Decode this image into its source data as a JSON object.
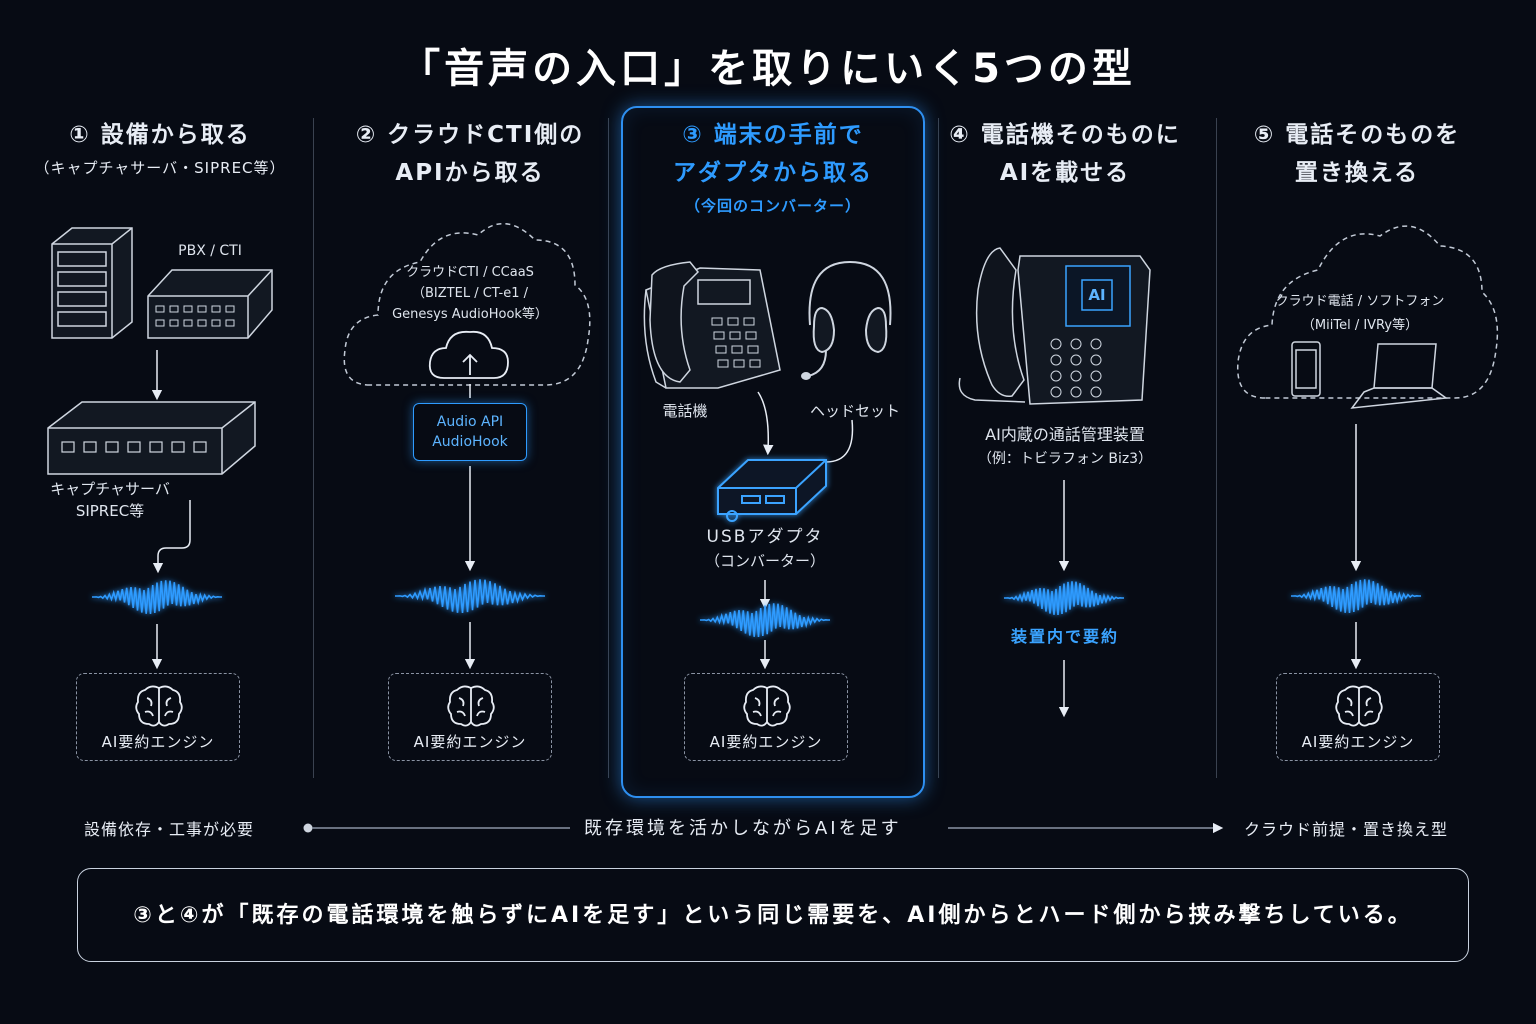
{
  "title": "「音声の入口」を取りにいく5つの型",
  "columns": [
    {
      "heading_line1": "① 設備から取る",
      "heading_line2": "",
      "sub": "（キャプチャサーバ・SIPREC等）",
      "labels": [
        "PBX / CTI",
        "キャプチャサーバ",
        "SIPREC等"
      ],
      "ai_box": "AI要約エンジン"
    },
    {
      "heading_line1": "② クラウドCTI側の",
      "heading_line2": "APIから取る",
      "cloud_lines": [
        "クラウドCTI / CCaaS",
        "（BIZTEL / CT-e1 /",
        "Genesys AudioHook等）"
      ],
      "api_box": [
        "Audio API",
        "AudioHook"
      ],
      "ai_box": "AI要約エンジン"
    },
    {
      "heading_line1": "③ 端末の手前で",
      "heading_line2": "アダプタから取る",
      "sub": "（今回のコンバーター）",
      "labels": [
        "電話機",
        "ヘッドセット",
        "USBアダプタ",
        "（コンバーター）"
      ],
      "ai_box": "AI要約エンジン"
    },
    {
      "heading_line1": "④ 電話機そのものに",
      "heading_line2": "AIを載せる",
      "labels": [
        "AI内蔵の通話管理装置",
        "（例：トビラフォン Biz3）"
      ],
      "screen_text": "AI",
      "note": "装置内で要約"
    },
    {
      "heading_line1": "⑤ 電話そのものを",
      "heading_line2": "置き換える",
      "cloud_lines": [
        "クラウド電話 / ソフトフォン",
        "（MiiTel / IVRy等）"
      ],
      "ai_box": "AI要約エンジン"
    }
  ],
  "axis": {
    "left": "設備依存・工事が必要",
    "center": "既存環境を活かしながらAIを足す",
    "right": "クラウド前提・置き換え型"
  },
  "bottom_note": "③と④が「既存の電話環境を触らずにAIを足す」という同じ需要を、AI側からとハード側から挟み撃ちしている。",
  "colors": {
    "accent": "#2e9bff",
    "background": "#070b14"
  }
}
